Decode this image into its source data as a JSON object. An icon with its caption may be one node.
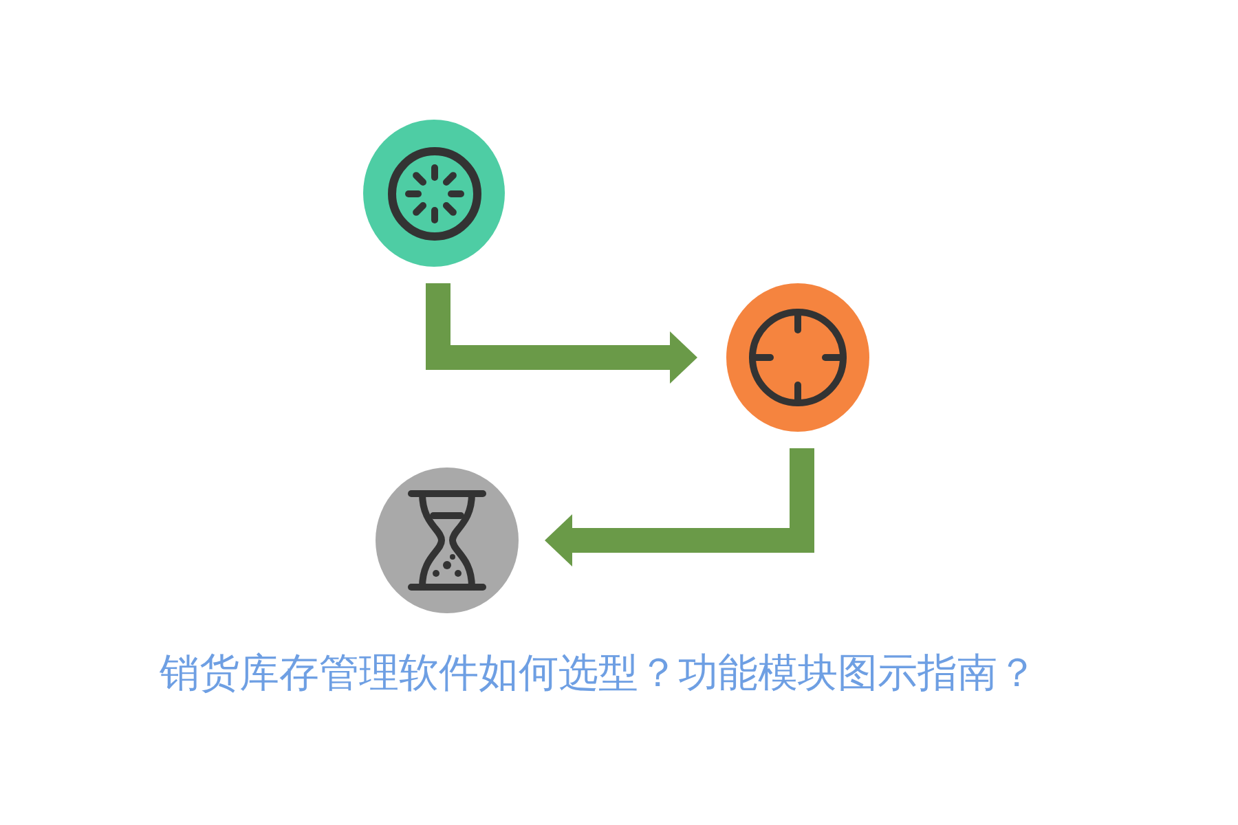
{
  "diagram": {
    "title": "销货库存管理软件如何选型？功能模块图示指南？",
    "nodes": [
      {
        "text": [],
        "shape": "picture"
      },
      {
        "text": [],
        "shape": "picture"
      },
      {
        "text": [],
        "shape": "picture"
      }
    ],
    "edges": [
      {
        "from": 0,
        "to": 1,
        "arrow": "to"
      },
      {
        "from": 1,
        "to": 2,
        "arrow": "to"
      }
    ]
  }
}
